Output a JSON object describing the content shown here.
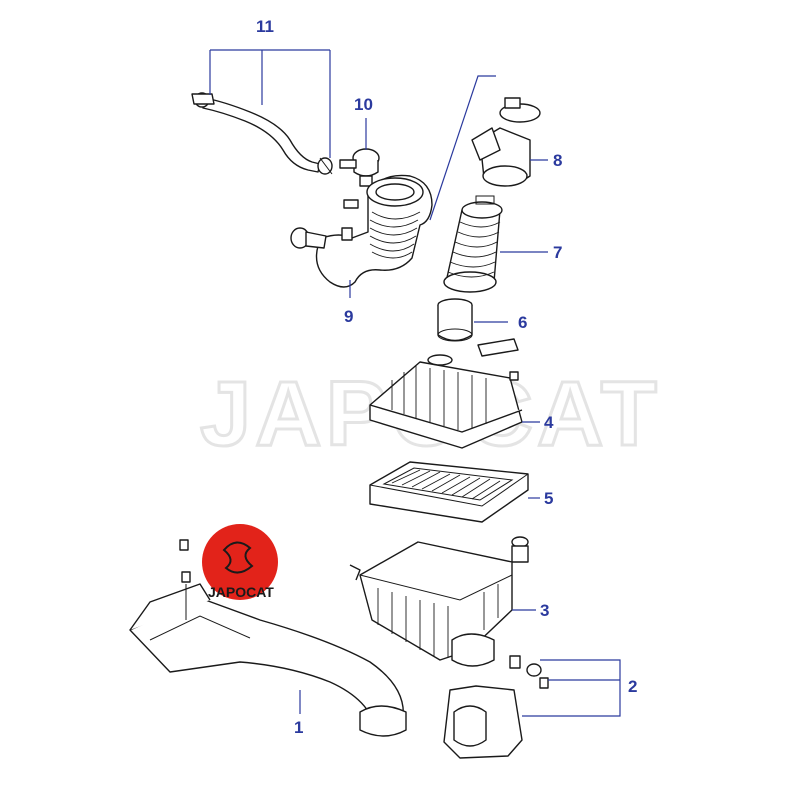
{
  "watermark": "JAPOCAT",
  "logo": {
    "text": "JAPOCAT",
    "color": "#e2231a"
  },
  "callouts": {
    "c1": "1",
    "c2": "2",
    "c3": "3",
    "c4": "4",
    "c5": "5",
    "c6": "6",
    "c7": "7",
    "c8": "8",
    "c9": "9",
    "c10": "10",
    "c11": "11"
  },
  "colors": {
    "callout": "#2b3a9e",
    "line": "#1a1a1a",
    "watermark": "#e4e4e4"
  }
}
